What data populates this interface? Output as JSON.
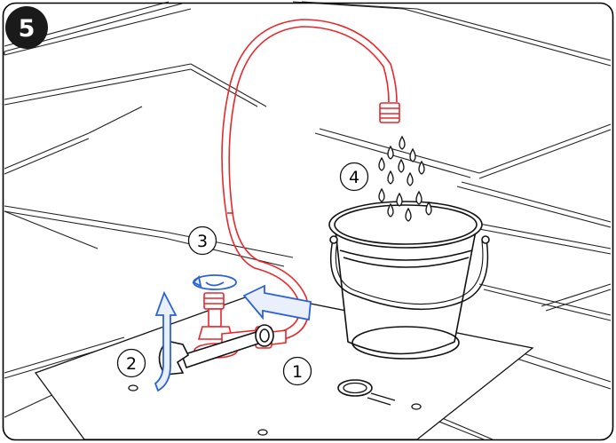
{
  "step": {
    "number": "5"
  },
  "callouts": [
    {
      "id": "c1",
      "label": "1"
    },
    {
      "id": "c2",
      "label": "2"
    },
    {
      "id": "c3",
      "label": "3"
    },
    {
      "id": "c4",
      "label": "4"
    }
  ],
  "colors": {
    "frame": "#000000",
    "line_art": "#111111",
    "highlight_red": "#e8272b",
    "arrow_blue": "#2a62d6",
    "arrow_fill": "#e9effb",
    "badge_bg": "#1a1a1a",
    "badge_text": "#ffffff"
  },
  "icons": [
    "step-badge",
    "hose-icon",
    "valve-icon",
    "wrench-icon",
    "bucket-icon",
    "water-drops-icon",
    "flow-arrow-icon",
    "rotate-arrow-icon"
  ]
}
